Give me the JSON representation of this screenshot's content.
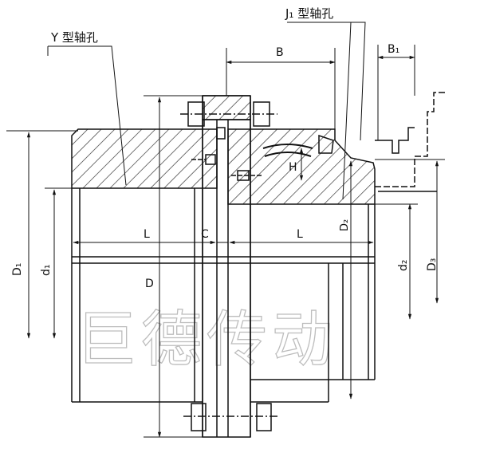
{
  "callouts": {
    "y_bore": "Y 型轴孔",
    "j1_bore": "J₁ 型轴孔"
  },
  "dimensions": {
    "B": "B",
    "B1": "B₁",
    "L_left": "L",
    "C": "C",
    "L_right": "L",
    "H": "H",
    "D": "D",
    "D1": "D₁",
    "d1": "d₁",
    "D2": "D₂",
    "d2": "d₂",
    "D3": "D₃"
  },
  "watermark": "巨德传动",
  "colors": {
    "line": "#111111",
    "watermark": "#bdbdbd",
    "hatch": "#222222"
  }
}
